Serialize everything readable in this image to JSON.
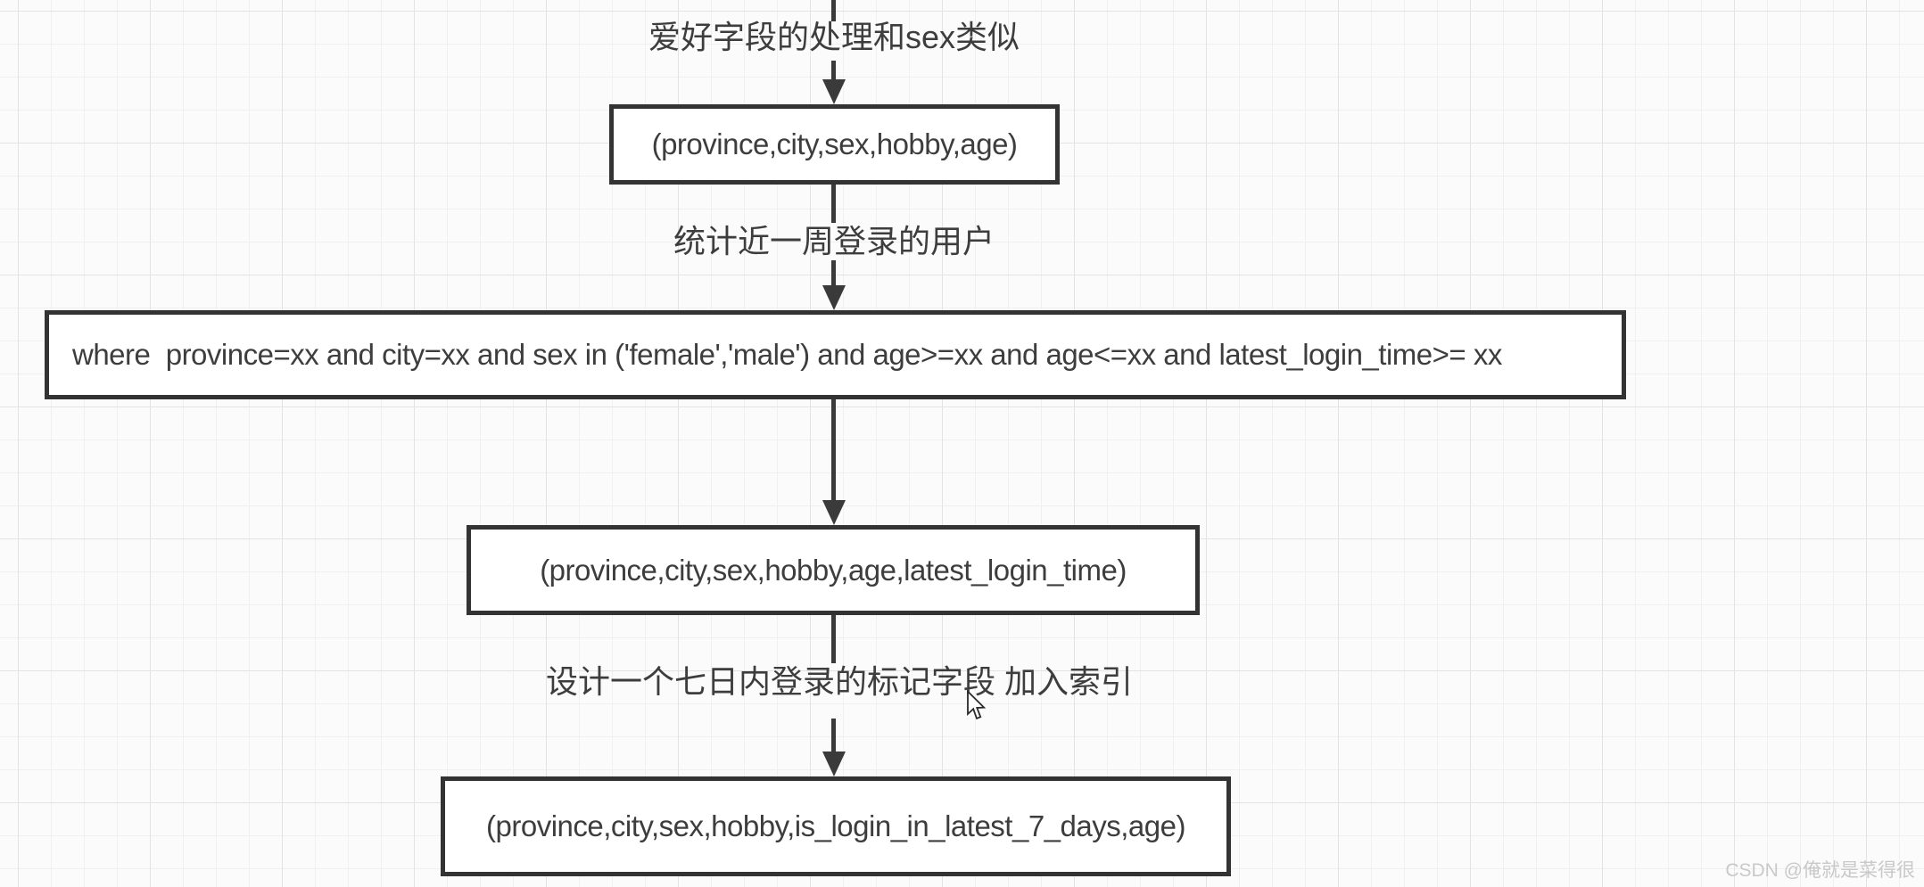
{
  "canvas": {
    "watermark": "CSDN @俺就是菜得很"
  },
  "colors": {
    "background": "#fbfbfb",
    "grid_minor": "#f0f0f0",
    "grid_major": "#e3e3e3",
    "stroke": "#3a3a3a",
    "node_border": "#333333",
    "node_fill": "#ffffff",
    "text": "#3d3d3d",
    "watermark": "#c9c9c9"
  },
  "icons": {
    "mouse_pointer": "arrow-cursor"
  },
  "flowchart": {
    "labels": [
      {
        "text": "爱好字段的处理和sex类似"
      },
      {
        "text": "统计近一周登录的用户"
      },
      {
        "text": "设计一个七日内登录的标记字段 加入索引"
      }
    ],
    "nodes": [
      {
        "text": "(province,city,sex,hobby,age)"
      },
      {
        "text": "where  province=xx and city=xx and sex in ('female','male') and age>=xx and age<=xx and latest_login_time>= xx"
      },
      {
        "text": "(province,city,sex,hobby,age,latest_login_time)"
      },
      {
        "text": "(province,city,sex,hobby,is_login_in_latest_7_days,age)"
      }
    ]
  }
}
